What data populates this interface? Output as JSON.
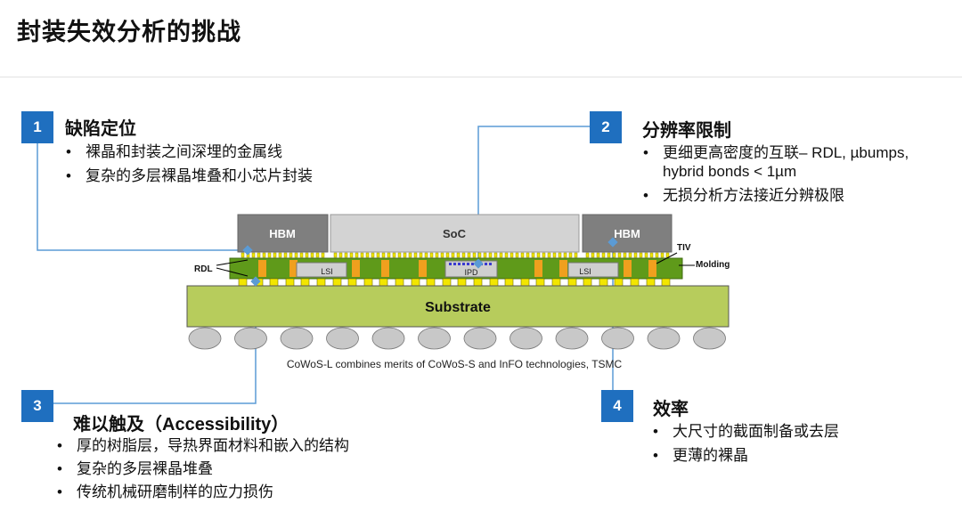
{
  "title": "封装失效分析的挑战",
  "sections": [
    {
      "number": "1",
      "heading": "缺陷定位",
      "bullets": [
        "裸晶和封装之间深埋的金属线",
        "复杂的多层裸晶堆叠和小芯片封装"
      ]
    },
    {
      "number": "2",
      "heading": "分辨率限制",
      "bullets": [
        "更细更高密度的互联– RDL, µbumps, hybrid bonds < 1µm",
        "无损分析方法接近分辨极限"
      ]
    },
    {
      "number": "3",
      "heading": "难以触及（Accessibility）",
      "bullets": [
        "厚的树脂层，导热界面材料和嵌入的结构",
        "复杂的多层裸晶堆叠",
        "传统机械研磨制样的应力损伤"
      ]
    },
    {
      "number": "4",
      "heading": "效率",
      "bullets": [
        "大尺寸的截面制备或去层",
        "更薄的裸晶"
      ]
    }
  ],
  "diagram": {
    "labels": {
      "hbm_left": "HBM",
      "soc": "SoC",
      "hbm_right": "HBM",
      "tiv": "TIV",
      "rdl": "RDL",
      "molding": "Molding",
      "lsi_left": "LSI",
      "ipd": "IPD",
      "lsi_right": "LSI",
      "substrate": "Substrate"
    },
    "caption": "CoWoS-L combines merits of CoWoS-S and InFO technologies, TSMC"
  },
  "colors": {
    "accent": "#1f6fbf",
    "die": "#7f7f7f",
    "soc": "#d3d3d3",
    "interposer": "#5f9a1a",
    "substrate": "#b7cc5c",
    "bump": "#f2e600",
    "solder_ball": "#c8c8c8"
  }
}
